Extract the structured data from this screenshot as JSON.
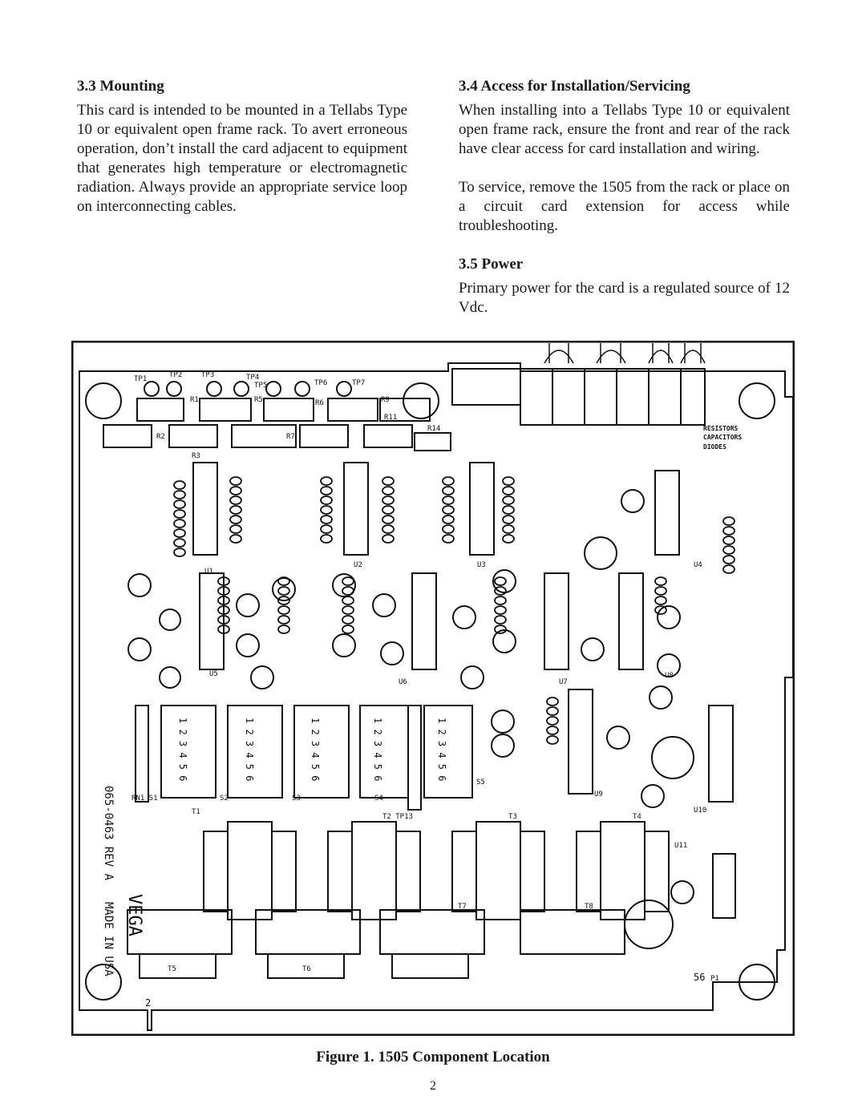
{
  "sections": {
    "mounting": {
      "heading": "3.3 Mounting",
      "body": "This card is intended to be mounted in a Tellabs Type 10 or equivalent open frame rack. To avert erroneous operation, don’t install the card adjacent to equipment that generates high temperature or electromagnetic radiation. Always provide an appropriate service loop on interconnecting cables."
    },
    "access": {
      "heading": "3.4 Access for Installation/Servicing",
      "body1": "When installing into a Tellabs Type 10 or equivalent open frame rack, ensure the front and rear of the rack have clear access for card installation and wiring.",
      "body2": "To service, remove the 1505 from the rack or place on a circuit card extension for access while troubleshooting."
    },
    "power": {
      "heading": "3.5 Power",
      "body": "Primary power for the card is a regulated source of 12 Vdc."
    }
  },
  "figure": {
    "caption": "Figure 1. 1505 Component Location",
    "board_marking": [
      "VEGA",
      "065-0463 REV A",
      "MADE IN USA"
    ],
    "legend": [
      "RESISTORS",
      "CAPACITORS",
      "DIODES"
    ],
    "test_points_top": [
      "TP1",
      "TP2",
      "TP3",
      "TP4",
      "TP5",
      "TP6",
      "TP7"
    ],
    "resistors_top": [
      "R1",
      "R2",
      "R3",
      "R5",
      "R6",
      "R7",
      "R9",
      "R11",
      "R14"
    ],
    "switches": [
      "S1",
      "S2",
      "S3",
      "S4",
      "S5"
    ],
    "transformers": [
      "T1",
      "T2",
      "T3",
      "T4",
      "T5",
      "T6",
      "T7",
      "T8"
    ],
    "ics": [
      "U1",
      "U2",
      "U3",
      "U4",
      "U5",
      "U6",
      "U7",
      "U8",
      "U9",
      "U10",
      "U11"
    ],
    "edge_labels": [
      "2",
      "56",
      "P1"
    ],
    "switch_numbers": "1 2 3 4 5 6"
  },
  "page_number": "2"
}
